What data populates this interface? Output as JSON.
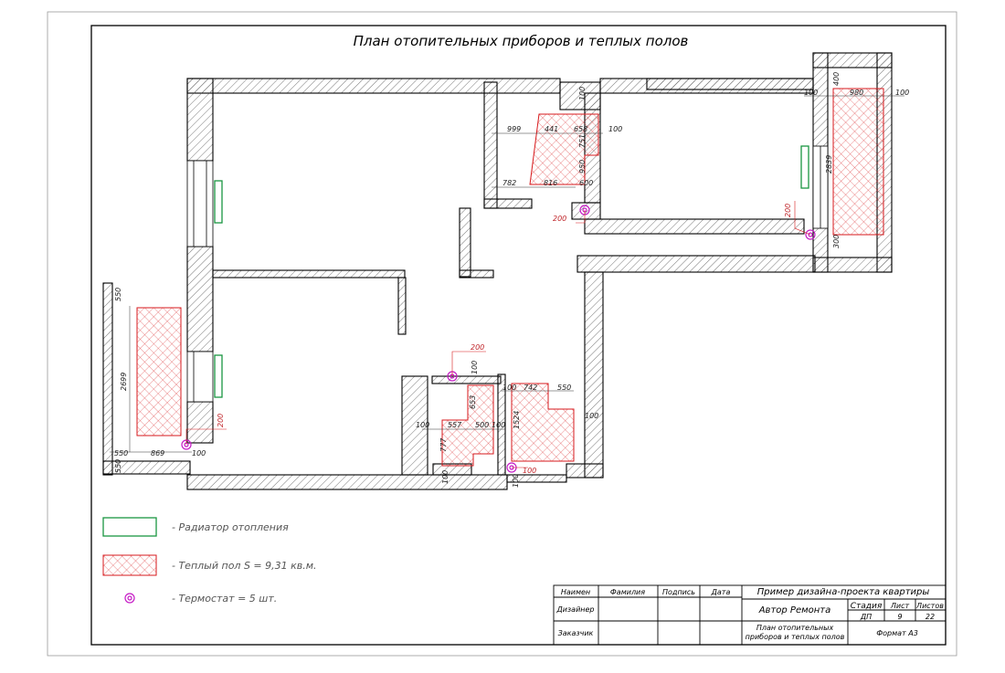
{
  "title": "План отопительных приборов и теплых полов",
  "legend": {
    "radiator": "- Радиатор отопления",
    "floor": "- Теплый пол S = 9,31 кв.м.",
    "thermostat": "- Термостат = 5 шт."
  },
  "stamp": {
    "h_name": "Наимен",
    "h_surname": "Фамилия",
    "h_sign": "Подпись",
    "h_date": "Дата",
    "designer": "Дизайнер",
    "customer": "Заказчик",
    "project": "Пример дизайна-проекта квартиры",
    "author": "Автор Ремонта",
    "stage_label": "Стадия",
    "sheet_label": "Лист",
    "sheets_label": "Листов",
    "stage": "ДП",
    "sheet": "9",
    "sheets": "22",
    "sheet_title_1": "План отопительных",
    "sheet_title_2": "приборов и теплых полов",
    "format": "Формат А3"
  },
  "dims": {
    "d999": "999",
    "d441": "441",
    "d658": "658",
    "d100a": "100",
    "d100b": "100",
    "d751": "751",
    "d950": "950",
    "d782": "782",
    "d816": "816",
    "d600": "600",
    "d200a": "200",
    "d400": "400",
    "d980": "980",
    "d100c": "100",
    "d100d": "100",
    "d2839": "2839",
    "d300": "300",
    "d200b": "200",
    "d550a": "550",
    "d2699": "2699",
    "d550b": "550",
    "d869": "869",
    "d100e": "100",
    "d550c": "550",
    "d200c": "200",
    "d200d": "200",
    "d100f": "100",
    "d653": "653",
    "d557": "557",
    "d500": "500",
    "d100g": "100",
    "d100h": "100",
    "d777": "777",
    "d100i": "100",
    "d742": "742",
    "d550d": "550",
    "d100j": "100",
    "d1524": "1524",
    "d100k": "100",
    "d100l": "100",
    "d100m": "100"
  },
  "colors": {
    "radiator": "#1a9641",
    "floor": "#d7191c",
    "thermostat": "#c51bc5",
    "wall": "#000000"
  }
}
